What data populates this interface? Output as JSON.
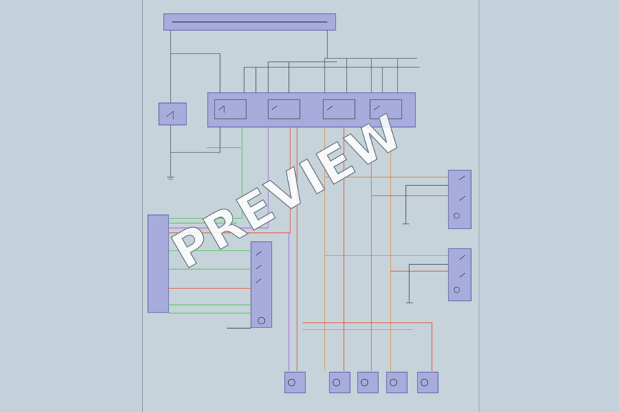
{
  "watermark": {
    "text": "PREVIEW"
  },
  "colors": {
    "background": "#c5d1da",
    "box_fill": "#a7acdc",
    "box_stroke": "#5a63a8",
    "wire_dark": "#3c4654",
    "wire_green": "#55c45a",
    "wire_purple": "#a76ad6",
    "wire_red": "#e0573b",
    "wire_orange": "#e0893c",
    "wire_tan": "#9c8866"
  },
  "icons": {
    "motor": "motor-symbol",
    "switch": "switch-symbol",
    "ground": "ground-symbol"
  }
}
